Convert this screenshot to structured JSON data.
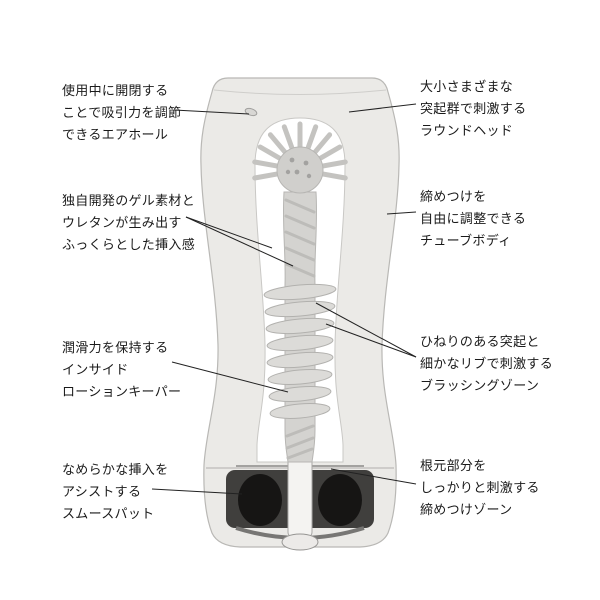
{
  "figure": {
    "description_labels_present": true
  },
  "labels": {
    "left": [
      {
        "name": "air-hole",
        "lines": [
          "使用中に開閉する",
          "ことで吸引力を調節",
          "できるエアホール"
        ]
      },
      {
        "name": "gel-material",
        "lines": [
          "独自開発のゲル素材と",
          "ウレタンが生み出す",
          "ふっくらとした挿入感"
        ]
      },
      {
        "name": "lotion-keeper",
        "lines": [
          "潤滑力を保持する",
          "インサイド",
          "ローションキーパー"
        ]
      },
      {
        "name": "smooth-pad",
        "lines": [
          "なめらかな挿入を",
          "アシストする",
          "スムースパット"
        ]
      }
    ],
    "right": [
      {
        "name": "round-head",
        "lines": [
          "大小さまざまな",
          "突起群で刺激する",
          "ラウンドヘッド"
        ]
      },
      {
        "name": "tube-body",
        "lines": [
          "締めつけを",
          "自由に調整できる",
          "チューブボディ"
        ]
      },
      {
        "name": "brushing-zone",
        "lines": [
          "ひねりのある突起と",
          "細かなリブで刺激する",
          "ブラッシングゾーン"
        ]
      },
      {
        "name": "tightening-zone",
        "lines": [
          "根元部分を",
          "しっかりと刺激する",
          "締めつけゾーン"
        ]
      }
    ]
  },
  "colors": {
    "background": "#ffffff",
    "text": "#1a1a1a",
    "callout_line": "#222222",
    "body_fill": "#ebeae7",
    "cavity_fill": "#ffffff",
    "sleeve_fill": "#d4d3d0",
    "base_dark": "#1c1b1a"
  }
}
